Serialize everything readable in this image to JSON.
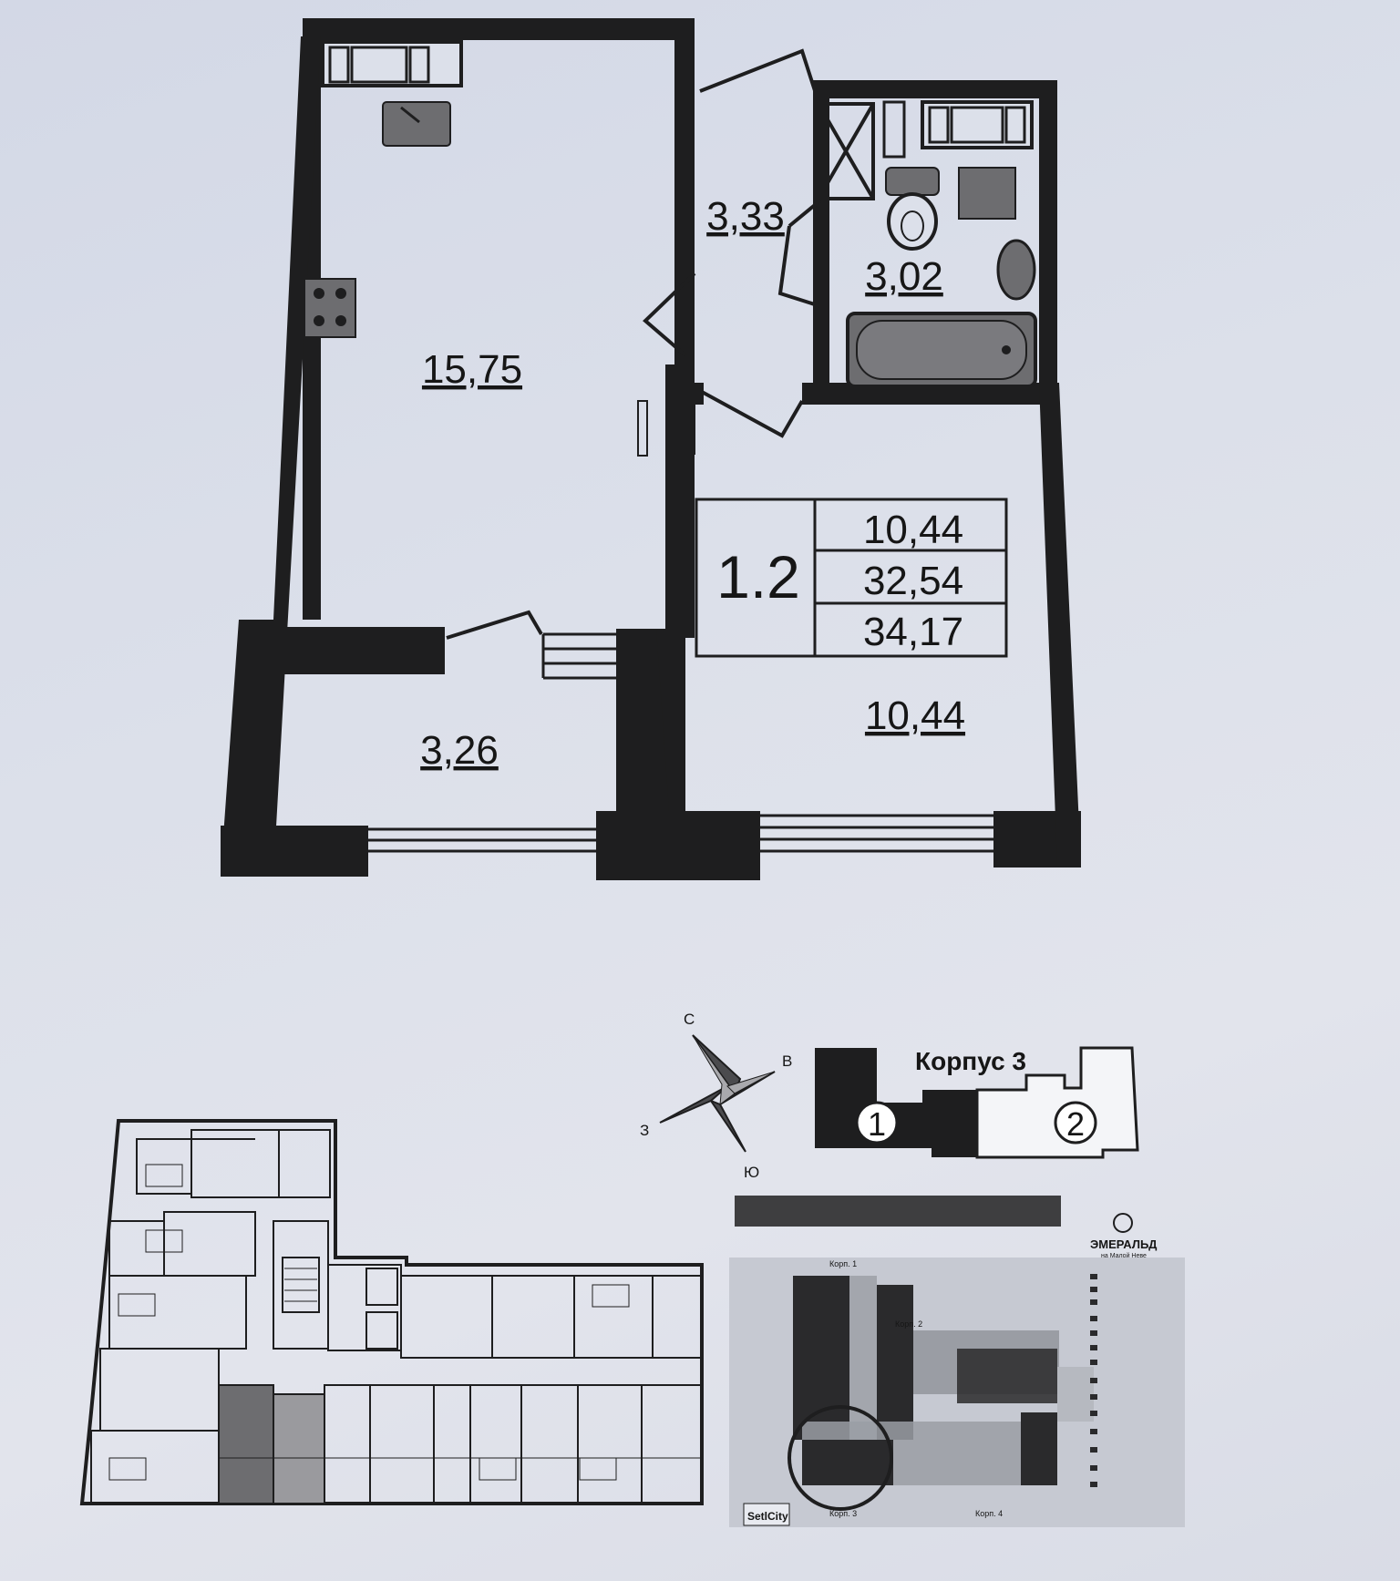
{
  "apartment": {
    "rooms": {
      "kitchen": "15,75",
      "hallway": "3,33",
      "bathroom": "3,02",
      "balcony": "3,26",
      "bedroom": "10,44"
    },
    "summary": {
      "number": "1.2",
      "living": "10,44",
      "total": "32,54",
      "total_with_balcony": "34,17"
    }
  },
  "compass": {
    "n": "С",
    "e": "В",
    "s": "Ю",
    "w": "З"
  },
  "building": {
    "title": "Корпус 3",
    "section1": "1",
    "section2": "2"
  },
  "site_plan": {
    "brand": "ЭМЕРАЛЬД",
    "brand_sub": "на Малой Неве",
    "label_k1": "Корп. 1",
    "label_k2": "Корп. 2",
    "label_k3": "Корп. 3",
    "label_k4": "Корп. 4",
    "setl": "SetlCity"
  },
  "colors": {
    "wall": "#1e1e1f",
    "fixture": "#6d6d70",
    "paper": "#dce0ea"
  }
}
